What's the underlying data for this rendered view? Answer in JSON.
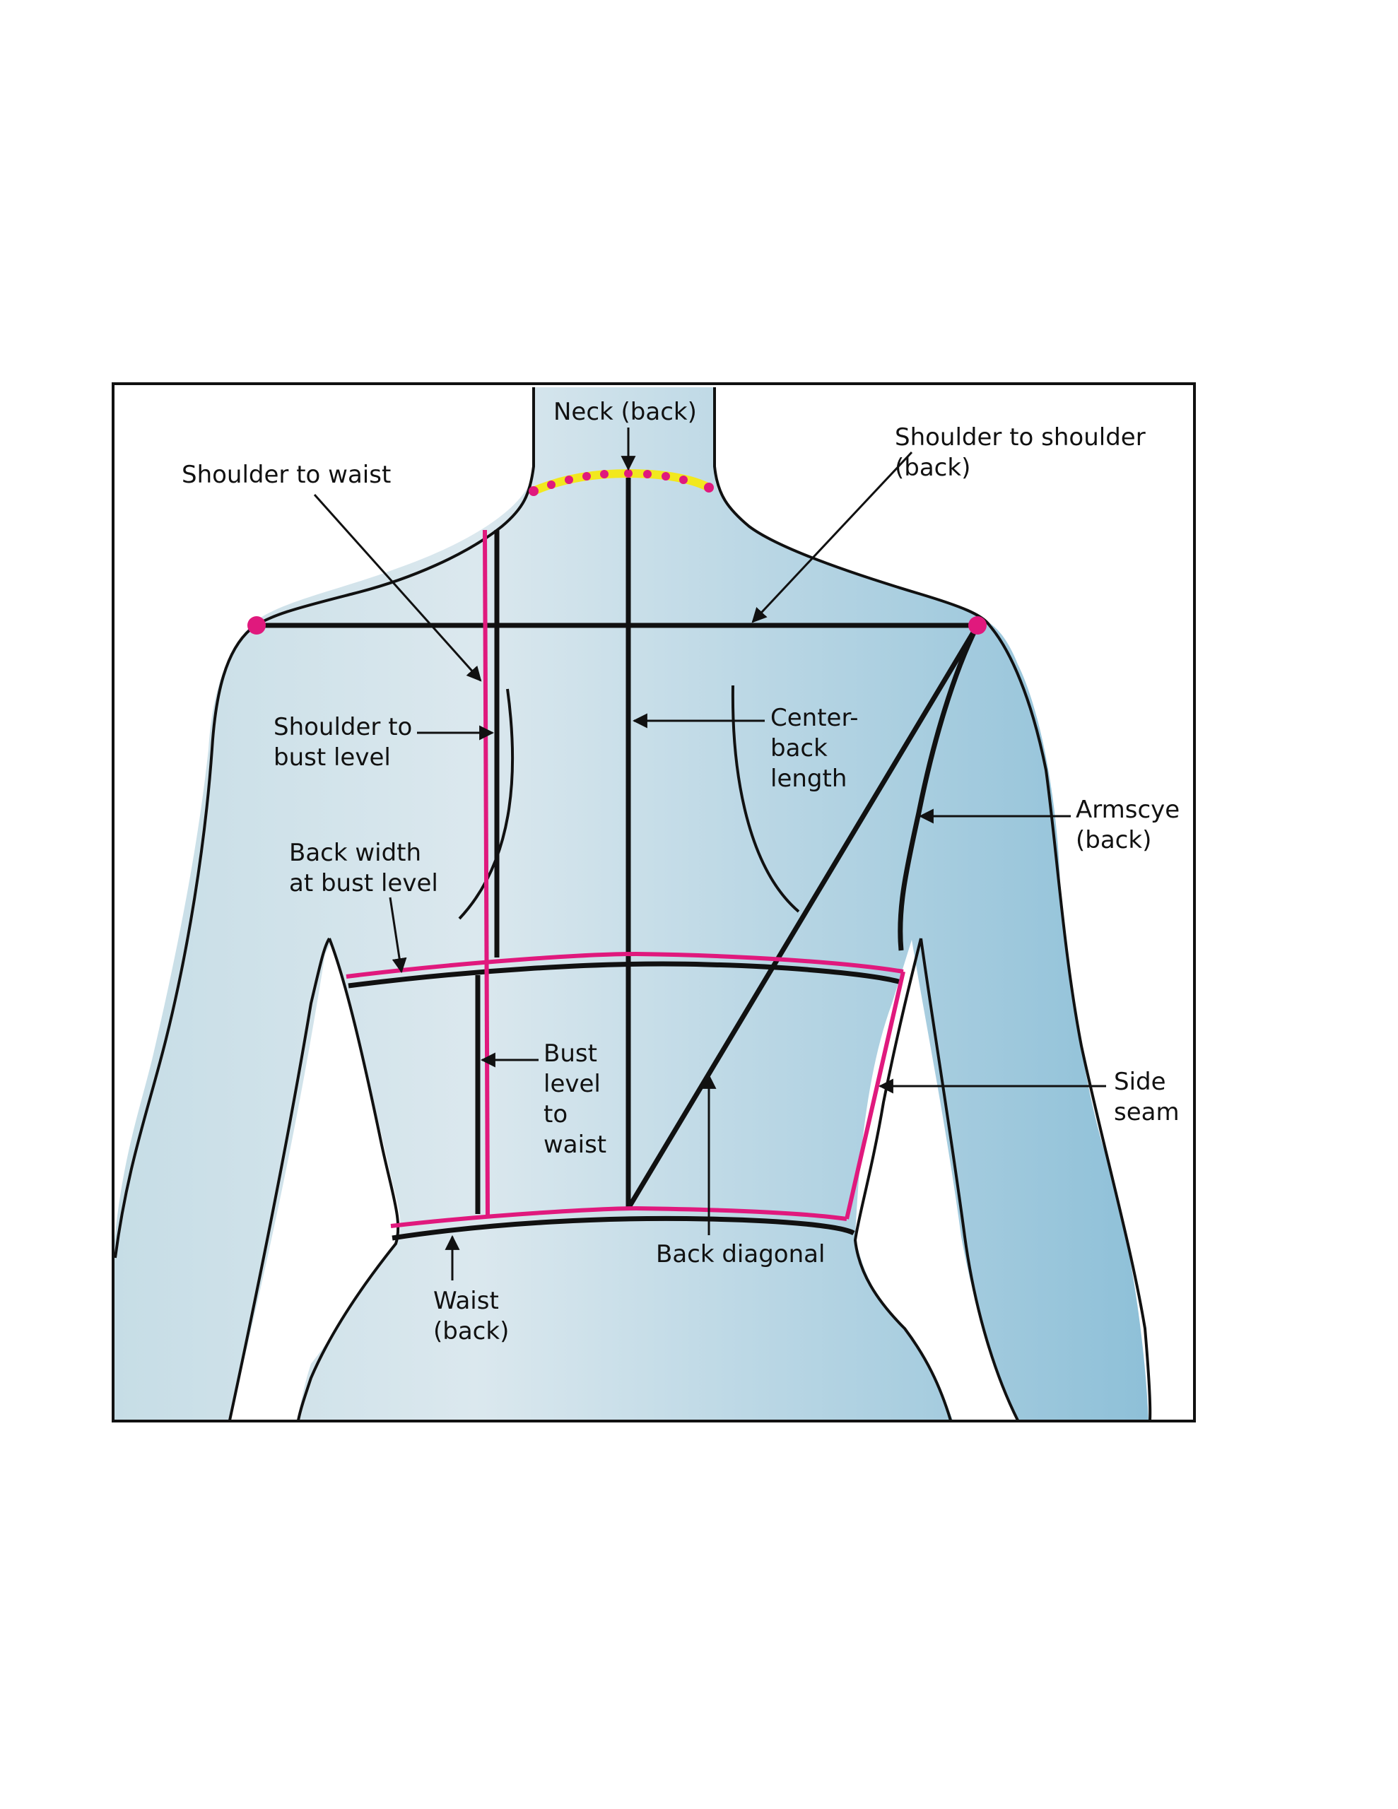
{
  "colors": {
    "body_light": "#dbe8ee",
    "body_mid": "#b3d3e1",
    "body_dark": "#8ec0d8",
    "outline": "#111111",
    "highlight_line": "#e0197d",
    "point_marker": "#e0197d",
    "neck_dots": "#e0197d",
    "neck_line": "#f2e81e",
    "frame": "#111111"
  },
  "labels": {
    "neck_back": "Neck (back)",
    "shoulder_to_shoulder": [
      "Shoulder to shoulder",
      "(back)"
    ],
    "shoulder_to_waist": "Shoulder to waist",
    "shoulder_to_bust": [
      "Shoulder to",
      "bust level"
    ],
    "center_back_length": [
      "Center-",
      "back",
      "length"
    ],
    "armscye_back": [
      "Armscye",
      "(back)"
    ],
    "back_width_bust": [
      "Back width",
      "at bust level"
    ],
    "bust_level_to_waist": [
      "Bust",
      "level",
      "to",
      "waist"
    ],
    "side_seam": [
      "Side",
      "seam"
    ],
    "back_diagonal": "Back diagonal",
    "waist_back": [
      "Waist",
      "(back)"
    ]
  }
}
